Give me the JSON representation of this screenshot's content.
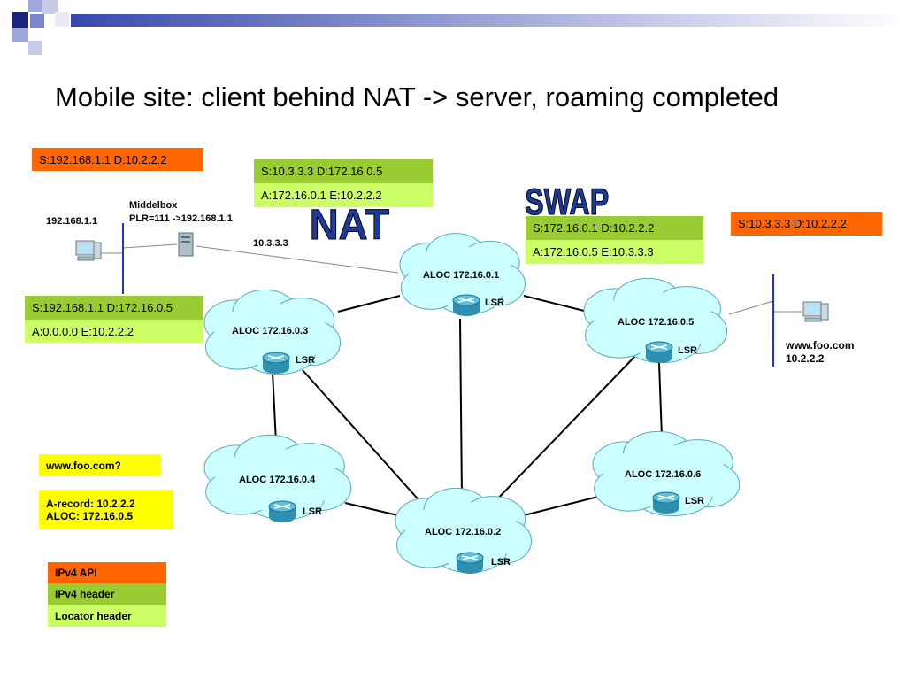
{
  "title": "Mobile site: client behind NAT -> server, roaming completed",
  "logos": {
    "nat": "NAT",
    "swap": "SWAP"
  },
  "boxes": {
    "top_left": "S:192.168.1.1 D:10.2.2.2",
    "center_top_1": "S:10.3.3.3 D:172.16.0.5",
    "center_top_2": "A:172.16.0.1 E:10.2.2.2",
    "right_mid_1": "S:172.16.0.1 D:10.2.2.2",
    "right_mid_2": "A:172.16.0.5 E:10.3.3.3",
    "far_right": "S:10.3.3.3 D:10.2.2.2",
    "left_mid_1": "S:192.168.1.1 D:172.16.0.5",
    "left_mid_2": "A:0.0.0.0 E:10.2.2.2",
    "dns_query": "www.foo.com?",
    "dns_answer_1": "A-record: 10.2.2.2",
    "dns_answer_2": "ALOC: 172.16.0.5"
  },
  "legend": [
    {
      "label": "IPv4 API",
      "color": "#ff6600"
    },
    {
      "label": "IPv4 header",
      "color": "#99cc33"
    },
    {
      "label": "Locator header",
      "color": "#ccff66"
    }
  ],
  "labels": {
    "client_ip": "192.168.1.1",
    "middlebox": "Middelbox",
    "plr": "PLR=111 ->192.168.1.1",
    "nat_ip": "10.3.3.3",
    "server_name": "www.foo.com",
    "server_ip": "10.2.2.2"
  },
  "clouds": [
    {
      "id": "c1",
      "aloc": "ALOC 172.16.0.1",
      "lsr": "LSR"
    },
    {
      "id": "c3",
      "aloc": "ALOC 172.16.0.3",
      "lsr": "LSR"
    },
    {
      "id": "c5",
      "aloc": "ALOC 172.16.0.5",
      "lsr": "LSR"
    },
    {
      "id": "c4",
      "aloc": "ALOC 172.16.0.4",
      "lsr": "LSR"
    },
    {
      "id": "c6",
      "aloc": "ALOC 172.16.0.6",
      "lsr": "LSR"
    },
    {
      "id": "c2",
      "aloc": "ALOC 172.16.0.2",
      "lsr": "LSR"
    }
  ],
  "colors": {
    "cloud_fill": "#ccffff",
    "router": "#2e8fb0",
    "deco_blue": "#1a237e",
    "logo_blue": "#1a3a9c"
  }
}
